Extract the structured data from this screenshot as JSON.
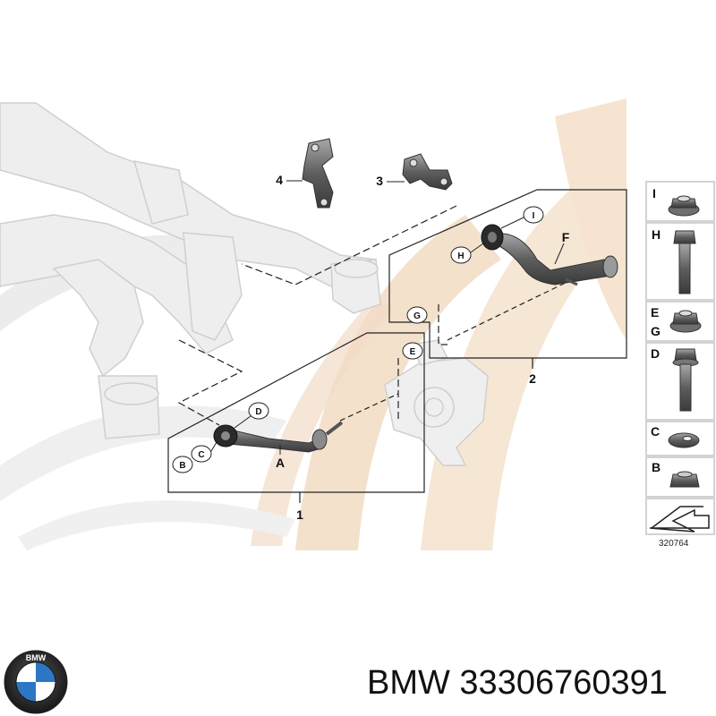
{
  "brand": "BMW",
  "part_number": "33306760391",
  "caption": "BMW 33306760391",
  "diagram_id": "320764",
  "logo_letters": "BMW",
  "group_labels": [
    "1",
    "2",
    "3",
    "4"
  ],
  "part_labels": [
    "A",
    "B",
    "C",
    "D",
    "E",
    "F",
    "G",
    "H",
    "I"
  ],
  "sidebar": [
    {
      "labels": [
        "I"
      ]
    },
    {
      "labels": [
        "H"
      ]
    },
    {
      "labels": [
        "E",
        "G"
      ]
    },
    {
      "labels": [
        "D"
      ]
    },
    {
      "labels": [
        "C"
      ]
    },
    {
      "labels": [
        "B"
      ]
    }
  ],
  "colors": {
    "accent": "#f3dcc4",
    "line": "#222222",
    "part": "#7a7a7a",
    "frame": "#d6d6d6"
  }
}
